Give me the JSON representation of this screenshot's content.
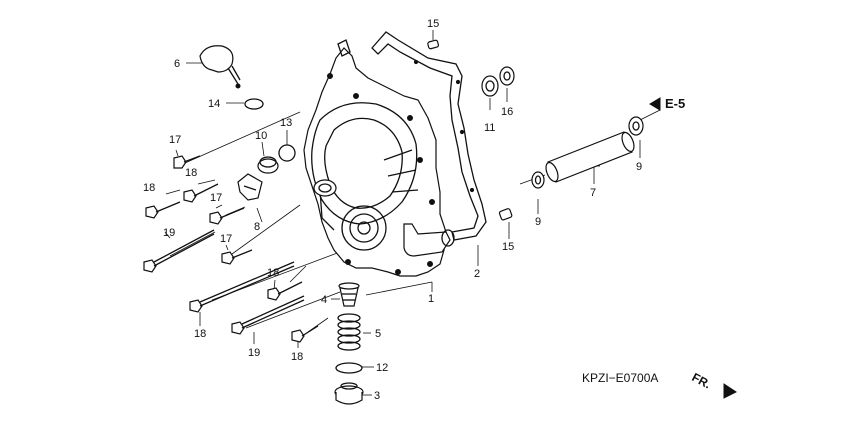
{
  "diagram_code": "KPZI−E0700A",
  "reference": "E-5",
  "direction": "FR.",
  "callouts": [
    {
      "id": "c6",
      "text": "6"
    },
    {
      "id": "c14",
      "text": "14"
    },
    {
      "id": "c15a",
      "text": "15"
    },
    {
      "id": "c11",
      "text": "11"
    },
    {
      "id": "c16",
      "text": "16"
    },
    {
      "id": "c13",
      "text": "13"
    },
    {
      "id": "c10",
      "text": "10"
    },
    {
      "id": "c17a",
      "text": "17"
    },
    {
      "id": "c18a",
      "text": "18"
    },
    {
      "id": "c18b",
      "text": "18"
    },
    {
      "id": "c17b",
      "text": "17"
    },
    {
      "id": "c8",
      "text": "8"
    },
    {
      "id": "c19a",
      "text": "19"
    },
    {
      "id": "c17c",
      "text": "17"
    },
    {
      "id": "c18c",
      "text": "18"
    },
    {
      "id": "c18d",
      "text": "18"
    },
    {
      "id": "c19b",
      "text": "19"
    },
    {
      "id": "c18e",
      "text": "18"
    },
    {
      "id": "c4",
      "text": "4"
    },
    {
      "id": "c5",
      "text": "5"
    },
    {
      "id": "c12",
      "text": "12"
    },
    {
      "id": "c3",
      "text": "3"
    },
    {
      "id": "c1",
      "text": "1"
    },
    {
      "id": "c2",
      "text": "2"
    },
    {
      "id": "c15b",
      "text": "15"
    },
    {
      "id": "c9a",
      "text": "9"
    },
    {
      "id": "c7",
      "text": "7"
    },
    {
      "id": "c9b",
      "text": "9"
    }
  ]
}
